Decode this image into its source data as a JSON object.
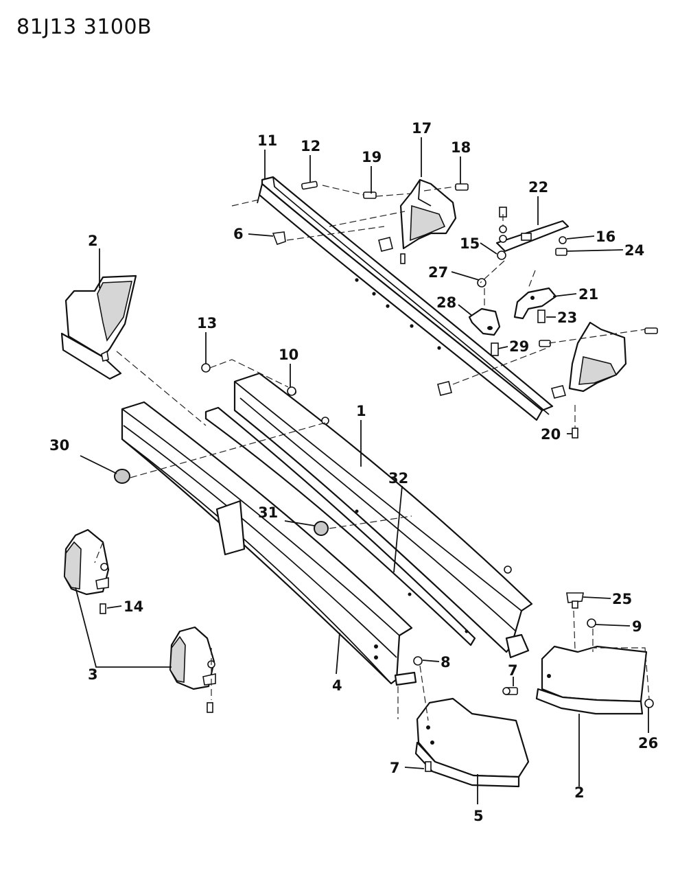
{
  "header": {
    "code": "81J13  3100B"
  },
  "callouts": {
    "c1": "1",
    "c2a": "2",
    "c2b": "2",
    "c3": "3",
    "c4": "4",
    "c5": "5",
    "c6": "6",
    "c7a": "7",
    "c7b": "7",
    "c8": "8",
    "c9": "9",
    "c10": "10",
    "c11": "11",
    "c12": "12",
    "c13": "13",
    "c14": "14",
    "c15": "15",
    "c16": "16",
    "c17": "17",
    "c18": "18",
    "c19": "19",
    "c20": "20",
    "c21": "21",
    "c22": "22",
    "c23": "23",
    "c24": "24",
    "c25": "25",
    "c26": "26",
    "c27": "27",
    "c28": "28",
    "c29": "29",
    "c30": "30",
    "c31": "31",
    "c32": "32"
  }
}
